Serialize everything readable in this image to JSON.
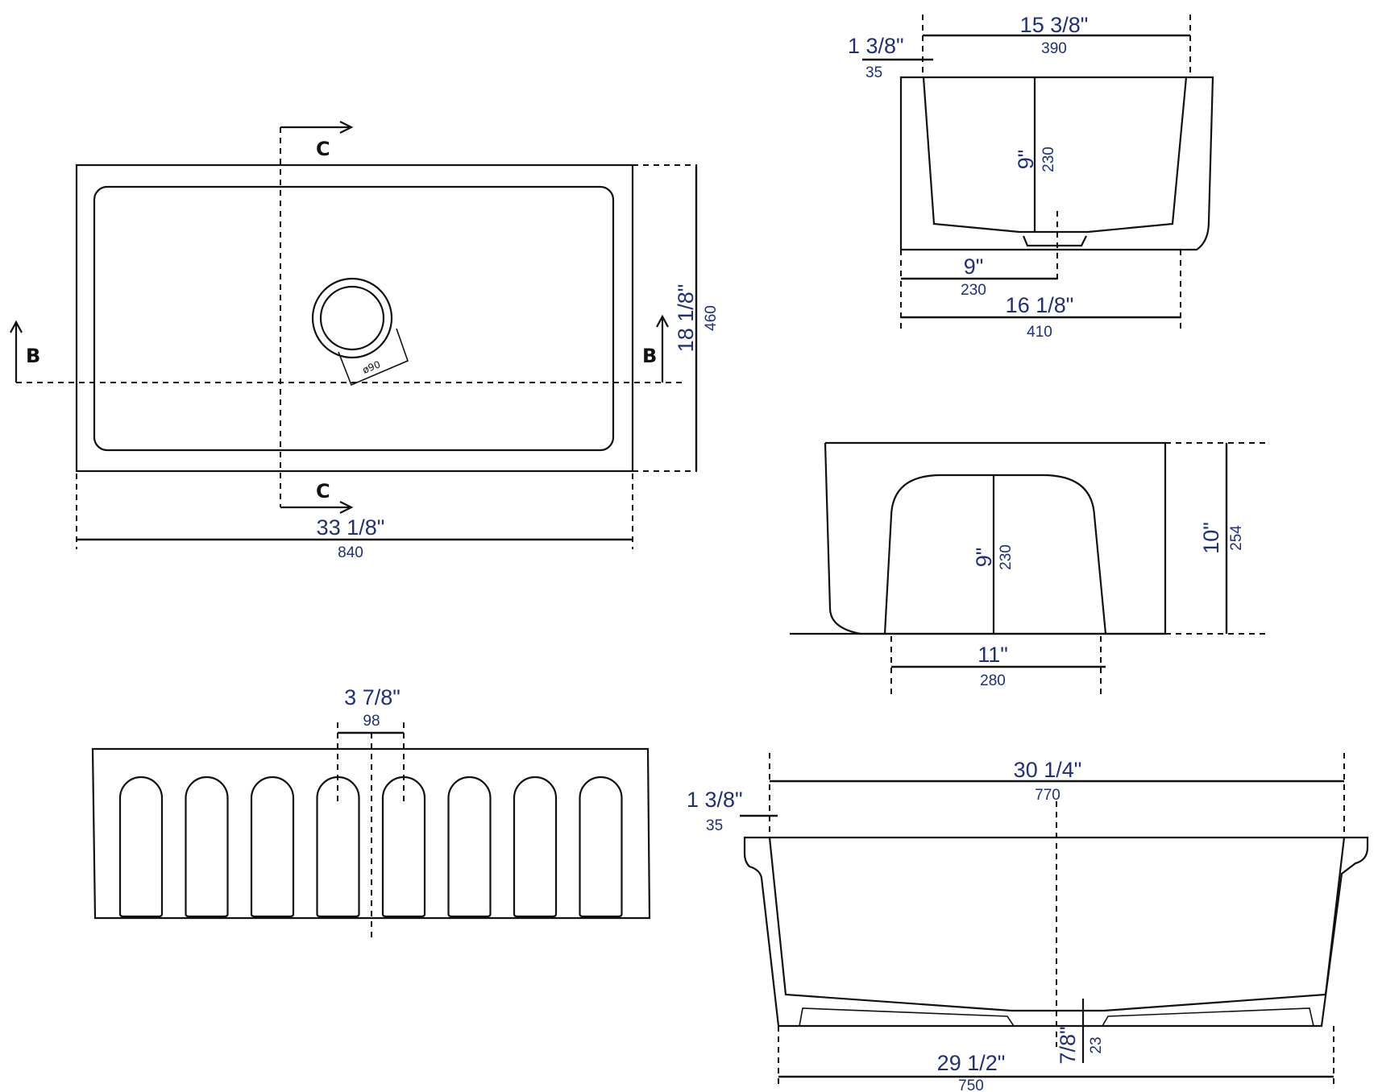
{
  "sections": {
    "c": "C",
    "b": "B"
  },
  "top_view": {
    "width_in": "33 1/8\"",
    "width_mm": "840",
    "depth_in": "18 1/8\"",
    "depth_mm": "460",
    "drain_label": "ø90"
  },
  "section_c": {
    "bowl_top_in": "15 3/8\"",
    "bowl_top_mm": "390",
    "rim_in": "1 3/8\"",
    "rim_mm": "35",
    "depth_in": "9\"",
    "depth_mm": "230",
    "half_in": "9\"",
    "half_mm": "230",
    "overall_in": "16 1/8\"",
    "overall_mm": "410"
  },
  "side_view": {
    "depth_in": "9\"",
    "depth_mm": "230",
    "height_in": "10\"",
    "height_mm": "254",
    "width_in": "11\"",
    "width_mm": "280"
  },
  "front_apron": {
    "spacing_in": "3 7/8\"",
    "spacing_mm": "98",
    "flute_count": 8
  },
  "section_b": {
    "top_in": "30 1/4\"",
    "top_mm": "770",
    "rim_in": "1 3/8\"",
    "rim_mm": "35",
    "drain_in": "7/8\"",
    "drain_mm": "23",
    "bottom_in": "29 1/2\"",
    "bottom_mm": "750"
  },
  "colors": {
    "dimension_text": "#1f2f7a",
    "line": "#111111"
  }
}
